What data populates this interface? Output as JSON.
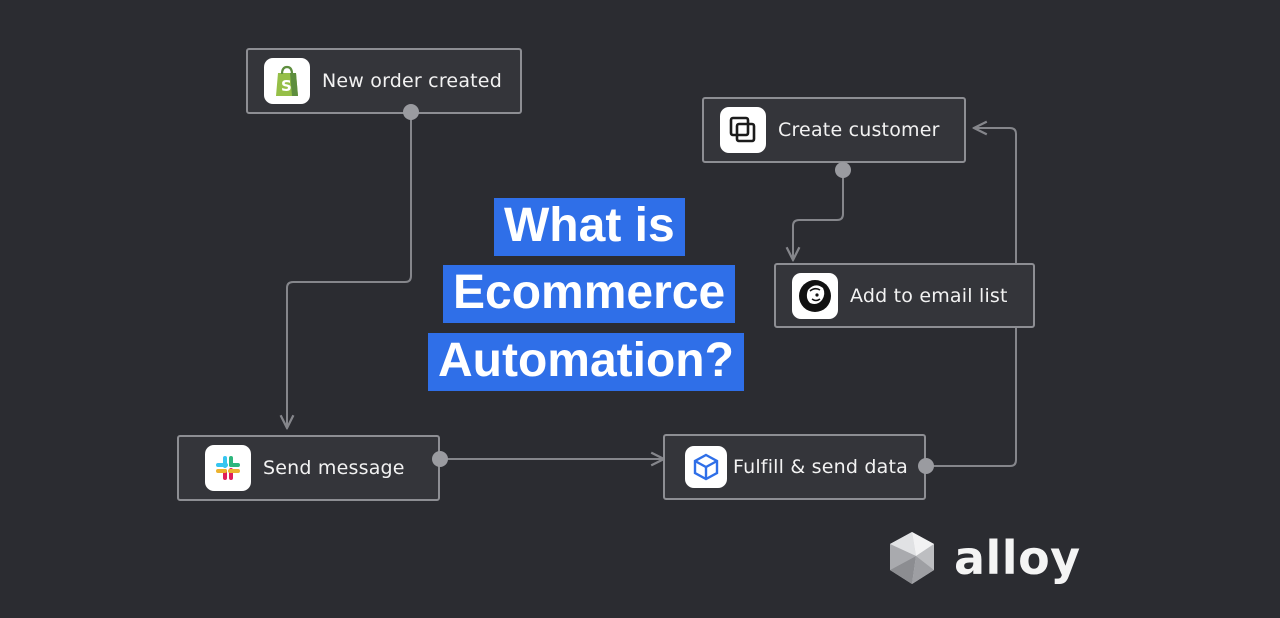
{
  "nodes": {
    "new_order": {
      "label": "New order created",
      "icon": "shopify-bag-icon"
    },
    "create_customer": {
      "label": "Create customer",
      "icon": "stacked-squares-icon"
    },
    "email_list": {
      "label": "Add to email list",
      "icon": "mailchimp-monkey-icon"
    },
    "send_message": {
      "label": "Send message",
      "icon": "slack-hash-icon"
    },
    "fulfill": {
      "label": "Fulfill & send data",
      "icon": "shipping-box-icon"
    }
  },
  "headline": {
    "line1": "What is",
    "line2": "Ecommerce",
    "line3": "Automation?"
  },
  "brand": {
    "name": "alloy",
    "icon": "alloy-gem-logo"
  },
  "colors": {
    "background": "#2b2c31",
    "node_border": "#8d8e93",
    "wire": "#85868b",
    "headline_bg": "#2f6fe8",
    "text": "#f2f2f2"
  }
}
